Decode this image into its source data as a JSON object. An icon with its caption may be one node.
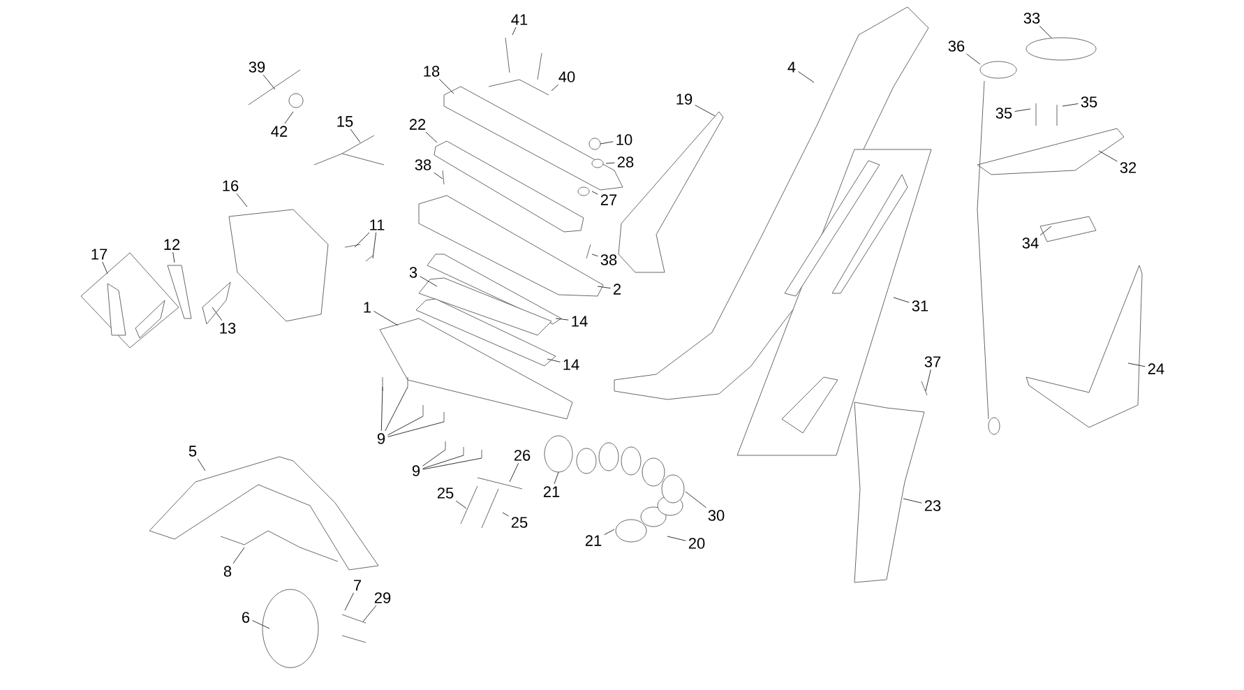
{
  "diagram": {
    "nodes": [
      {
        "text": [
          "33"
        ]
      },
      {
        "text": [
          "41"
        ]
      },
      {
        "text": [
          "36"
        ]
      },
      {
        "text": [
          "39"
        ]
      },
      {
        "text": [
          "4"
        ]
      },
      {
        "text": [
          "18"
        ]
      },
      {
        "text": [
          "40"
        ]
      },
      {
        "text": [
          "19"
        ]
      },
      {
        "text": [
          "35"
        ]
      },
      {
        "text": [
          "35"
        ]
      },
      {
        "text": [
          "15"
        ]
      },
      {
        "text": [
          "22"
        ]
      },
      {
        "text": [
          "42"
        ]
      },
      {
        "text": [
          "10"
        ]
      },
      {
        "text": [
          "28"
        ]
      },
      {
        "text": [
          "38"
        ]
      },
      {
        "text": [
          "32"
        ]
      },
      {
        "text": [
          "16"
        ]
      },
      {
        "text": [
          "27"
        ]
      },
      {
        "text": [
          "11"
        ]
      },
      {
        "text": [
          "34"
        ]
      },
      {
        "text": [
          "12"
        ]
      },
      {
        "text": [
          "17"
        ]
      },
      {
        "text": [
          "38"
        ]
      },
      {
        "text": [
          "3"
        ]
      },
      {
        "text": [
          "2"
        ]
      },
      {
        "text": [
          "31"
        ]
      },
      {
        "text": [
          "1"
        ]
      },
      {
        "text": [
          "14"
        ]
      },
      {
        "text": [
          "13"
        ]
      },
      {
        "text": [
          "37"
        ]
      },
      {
        "text": [
          "14"
        ]
      },
      {
        "text": [
          "24"
        ]
      },
      {
        "text": [
          "9"
        ]
      },
      {
        "text": [
          "5"
        ]
      },
      {
        "text": [
          "26"
        ]
      },
      {
        "text": [
          "9"
        ]
      },
      {
        "text": [
          "21"
        ]
      },
      {
        "text": [
          "25"
        ]
      },
      {
        "text": [
          "23"
        ]
      },
      {
        "text": [
          "30"
        ]
      },
      {
        "text": [
          "25"
        ]
      },
      {
        "text": [
          "20"
        ]
      },
      {
        "text": [
          "21"
        ]
      },
      {
        "text": [
          "8"
        ]
      },
      {
        "text": [
          "7"
        ]
      },
      {
        "text": [
          "29"
        ]
      },
      {
        "text": [
          "6"
        ]
      }
    ],
    "edges": [
      {
        "from": 0,
        "to": null,
        "arrow": "none"
      },
      {
        "from": 1,
        "to": null,
        "arrow": "none"
      },
      {
        "from": 2,
        "to": null,
        "arrow": "none"
      },
      {
        "from": 3,
        "to": null,
        "arrow": "none"
      },
      {
        "from": 4,
        "to": null,
        "arrow": "none"
      },
      {
        "from": 5,
        "to": null,
        "arrow": "none"
      },
      {
        "from": 6,
        "to": null,
        "arrow": "none"
      },
      {
        "from": 7,
        "to": null,
        "arrow": "none"
      },
      {
        "from": 8,
        "to": null,
        "arrow": "none"
      },
      {
        "from": 9,
        "to": null,
        "arrow": "none"
      },
      {
        "from": 10,
        "to": null,
        "arrow": "none"
      },
      {
        "from": 11,
        "to": null,
        "arrow": "none"
      },
      {
        "from": 12,
        "to": null,
        "arrow": "none"
      },
      {
        "from": 13,
        "to": null,
        "arrow": "none"
      },
      {
        "from": 14,
        "to": null,
        "arrow": "none"
      },
      {
        "from": 15,
        "to": null,
        "arrow": "none"
      },
      {
        "from": 16,
        "to": null,
        "arrow": "none"
      },
      {
        "from": 17,
        "to": null,
        "arrow": "none"
      },
      {
        "from": 18,
        "to": null,
        "arrow": "none"
      },
      {
        "from": 19,
        "to": null,
        "arrow": "none"
      },
      {
        "from": 19,
        "to": null,
        "arrow": "none"
      },
      {
        "from": 20,
        "to": null,
        "arrow": "none"
      },
      {
        "from": 21,
        "to": null,
        "arrow": "none"
      },
      {
        "from": 22,
        "to": null,
        "arrow": "none"
      },
      {
        "from": 23,
        "to": null,
        "arrow": "none"
      },
      {
        "from": 24,
        "to": null,
        "arrow": "none"
      },
      {
        "from": 25,
        "to": null,
        "arrow": "none"
      },
      {
        "from": 26,
        "to": null,
        "arrow": "none"
      },
      {
        "from": 27,
        "to": null,
        "arrow": "none"
      },
      {
        "from": 28,
        "to": null,
        "arrow": "none"
      },
      {
        "from": 29,
        "to": null,
        "arrow": "none"
      },
      {
        "from": 30,
        "to": null,
        "arrow": "none"
      },
      {
        "from": 31,
        "to": null,
        "arrow": "none"
      },
      {
        "from": 32,
        "to": null,
        "arrow": "none"
      },
      {
        "from": 33,
        "to": null,
        "arrow": "none"
      },
      {
        "from": 33,
        "to": null,
        "arrow": "none"
      },
      {
        "from": 33,
        "to": null,
        "arrow": "none"
      },
      {
        "from": 33,
        "to": null,
        "arrow": "none"
      },
      {
        "from": 34,
        "to": null,
        "arrow": "none"
      },
      {
        "from": 35,
        "to": null,
        "arrow": "none"
      },
      {
        "from": 36,
        "to": null,
        "arrow": "none"
      },
      {
        "from": 36,
        "to": null,
        "arrow": "none"
      },
      {
        "from": 36,
        "to": null,
        "arrow": "none"
      },
      {
        "from": 37,
        "to": null,
        "arrow": "none"
      },
      {
        "from": 38,
        "to": null,
        "arrow": "none"
      },
      {
        "from": 39,
        "to": null,
        "arrow": "none"
      },
      {
        "from": 40,
        "to": null,
        "arrow": "none"
      },
      {
        "from": 41,
        "to": null,
        "arrow": "none"
      },
      {
        "from": 42,
        "to": null,
        "arrow": "none"
      },
      {
        "from": 43,
        "to": null,
        "arrow": "none"
      },
      {
        "from": 44,
        "to": null,
        "arrow": "none"
      },
      {
        "from": 45,
        "to": null,
        "arrow": "none"
      },
      {
        "from": 46,
        "to": null,
        "arrow": "none"
      },
      {
        "from": 47,
        "to": null,
        "arrow": "none"
      }
    ]
  }
}
